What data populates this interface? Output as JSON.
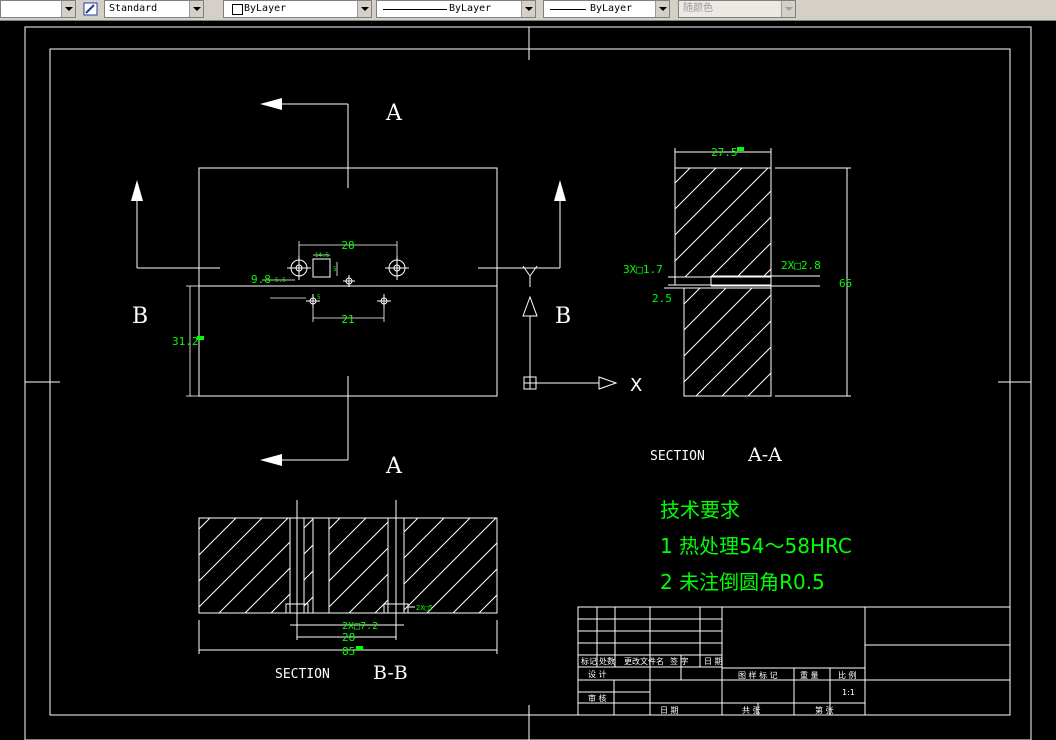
{
  "toolbar": {
    "textstyle_value": "Standard",
    "layer_value": "ByLayer",
    "linetype_value": "ByLayer",
    "lineweight_value": "ByLayer",
    "plotstyle_value": "随颜色"
  },
  "drawing": {
    "colors": {
      "background": "#000000",
      "lines": "#ffffff",
      "dimensions": "#00ff00",
      "requirements_text": "#00ff00"
    },
    "section_marks": {
      "a": "A",
      "b": "B"
    },
    "ucs": {
      "x_label": "X"
    },
    "top_view": {
      "dims": {
        "width_28": "28",
        "width_21": "21",
        "width_14_5": "14.5",
        "offset_9_8": "9.8",
        "offset_5_5": "5.5",
        "small_5": "5",
        "small_5b": "5",
        "height_31_2": "31.2"
      }
    },
    "section_aa": {
      "title_prefix": "SECTION",
      "title": "A-A",
      "dims": {
        "width": "27.5",
        "height": "65",
        "left_hole": "3X□1.7",
        "right_hole": "2X□2.8",
        "depth": "2.5"
      }
    },
    "section_bb": {
      "title_prefix": "SECTION",
      "title": "B-B",
      "dims": {
        "hole": "2X□7.2",
        "spacing": "28",
        "overall": "85",
        "cbore": "2X□5"
      }
    },
    "requirements": {
      "heading": "技术要求",
      "item1": "1 热处理54～58HRC",
      "item2": "2 未注倒圆角R0.5"
    },
    "title_block": {
      "labels": [
        "标记",
        "处数",
        "更改文件名",
        "签 字",
        "日 期",
        "设 计",
        "图 样 标 记",
        "重 量",
        "比 例",
        "审 核",
        "日 期",
        "共 张",
        "第 张"
      ],
      "scale": "1:1"
    }
  }
}
